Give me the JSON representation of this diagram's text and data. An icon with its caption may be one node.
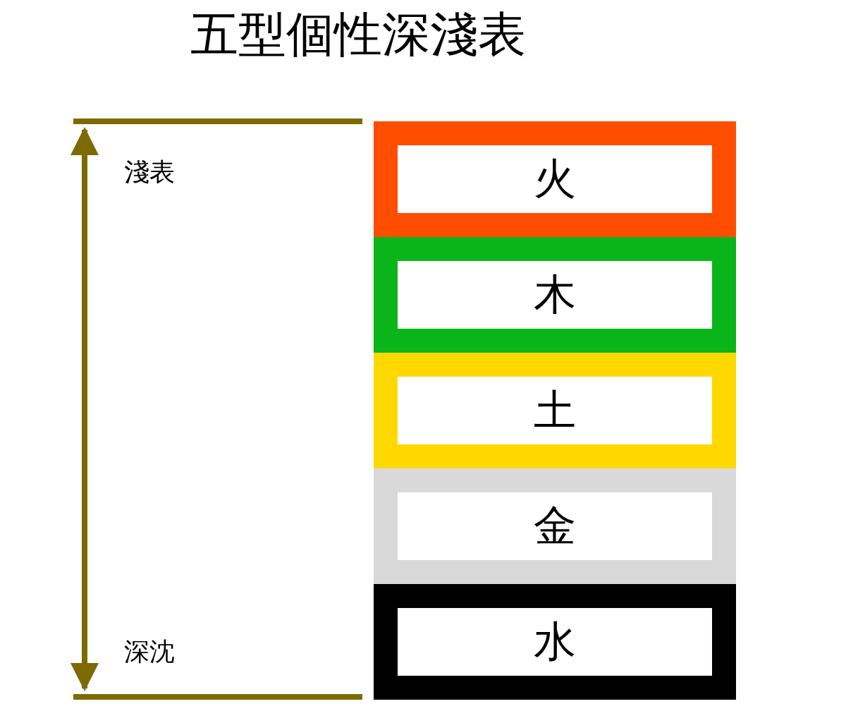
{
  "diagram": {
    "title": "五型個性深淺表",
    "nodes": [
      {
        "text": [
          "火"
        ]
      },
      {
        "text": [
          "木"
        ]
      },
      {
        "text": [
          "土"
        ]
      },
      {
        "text": [
          "金"
        ]
      },
      {
        "text": [
          "水"
        ]
      }
    ],
    "labels": [
      "淺表",
      "深沈"
    ]
  }
}
